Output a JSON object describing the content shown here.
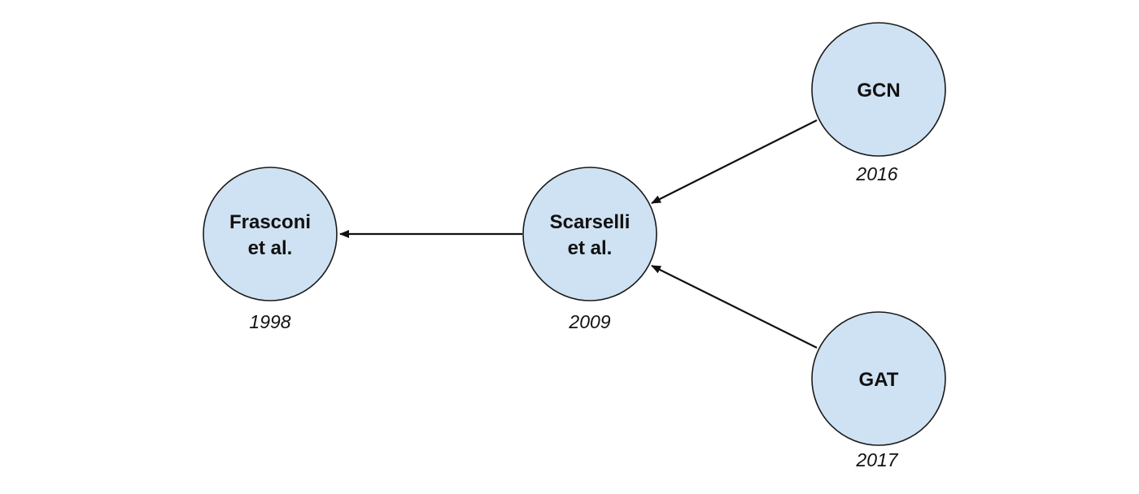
{
  "nodes": {
    "frasconi": {
      "line1": "Frasconi",
      "line2": "et al.",
      "year": "1998"
    },
    "scarselli": {
      "line1": "Scarselli",
      "line2": "et al.",
      "year": "2009"
    },
    "gcn": {
      "label": "GCN",
      "year": "2016"
    },
    "gat": {
      "label": "GAT",
      "year": "2017"
    }
  },
  "edges": [
    {
      "from": "scarselli",
      "to": "frasconi"
    },
    {
      "from": "gcn",
      "to": "scarselli"
    },
    {
      "from": "gat",
      "to": "scarselli"
    }
  ],
  "colors": {
    "node_fill": "#cfe2f3",
    "node_stroke": "#1a1a1a",
    "edge": "#111111",
    "text": "#111111"
  }
}
